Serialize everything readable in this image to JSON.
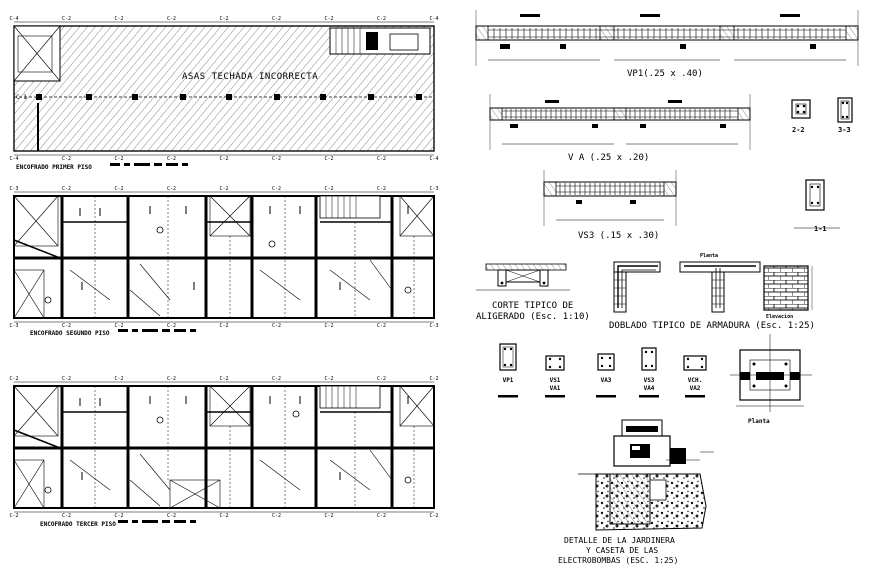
{
  "plans": {
    "first": {
      "caption": "ENCOFRADO PRIMER PISO",
      "center_note": "ASAS TECHADA INCORRECTA",
      "side_label": "C-1",
      "axis_labels": [
        "C-4",
        "C-2",
        "C-2",
        "C-2",
        "C-2",
        "C-2",
        "C-2",
        "C-2",
        "C-4"
      ]
    },
    "second": {
      "caption": "ENCOFRADO SEGUNDO PISO",
      "axis_labels": [
        "C-3",
        "C-2",
        "C-2",
        "C-2",
        "C-2",
        "C-2",
        "C-2",
        "C-2",
        "C-3"
      ]
    },
    "third": {
      "caption": "ENCOFRADO TERCER PISO",
      "axis_labels": [
        "C-2",
        "C-2",
        "C-2",
        "C-2",
        "C-2",
        "C-2",
        "C-2",
        "C-2",
        "C-2"
      ]
    }
  },
  "beams": {
    "vp1": {
      "title": "VP1(.25 x .40)"
    },
    "va": {
      "title": "V A  (.25 x .20)"
    },
    "vs3": {
      "title": "VS3 (.15 x .30)"
    }
  },
  "sections": {
    "s22": "2-2",
    "s33": "3-3",
    "s11": "1-1"
  },
  "details": {
    "aligerado": [
      "CORTE TIPICO DE",
      "ALIGERADO (Esc. 1:10)"
    ],
    "doblado": "DOBLADO TIPICO DE ARMADURA (Esc. 1:25)",
    "planta": "Planta",
    "elevacion": "Elevación",
    "planta_bottom": "Planta",
    "jardinera": [
      "DETALLE DE LA JARDINERA",
      "Y CASETA DE LAS",
      "ELECTROBOMBAS (ESC. 1:25)"
    ]
  },
  "beam_sections": [
    {
      "name": "VP1",
      "sub": ""
    },
    {
      "name": "VS1",
      "sub": "VA1"
    },
    {
      "name": "VA3",
      "sub": ""
    },
    {
      "name": "VS3",
      "sub": "VA4"
    },
    {
      "name": "VCH.",
      "sub": "VA2"
    }
  ]
}
